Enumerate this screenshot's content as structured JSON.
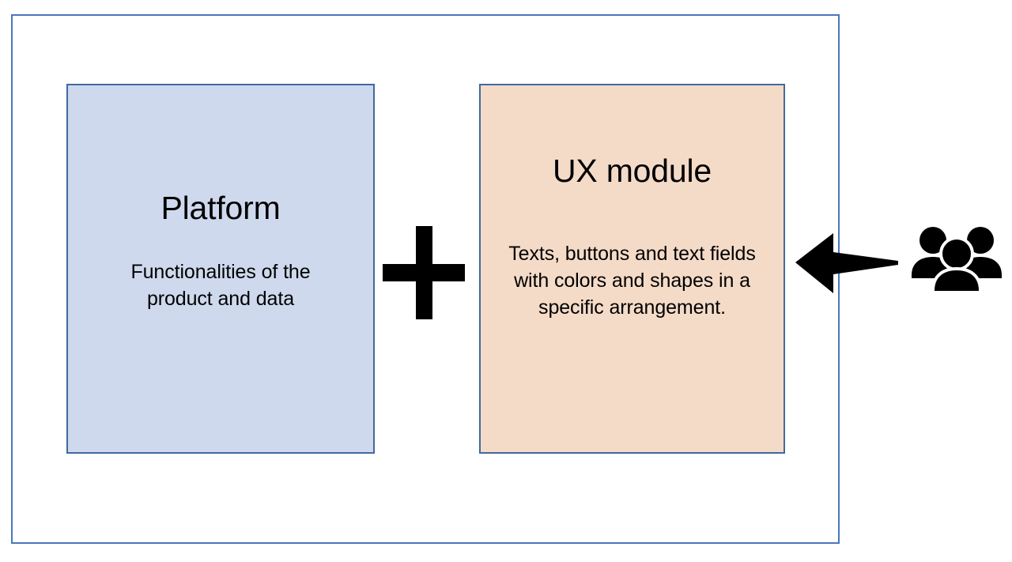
{
  "diagram": {
    "frame": {
      "name": "outer-frame",
      "border_color": "#4a76bd"
    },
    "boxes": [
      {
        "id": "platform",
        "title": "Platform",
        "body": "Functionalities of the product and data",
        "fill_color": "#cfd9ed",
        "border_color": "#41699f"
      },
      {
        "id": "ux-module",
        "title": "UX module",
        "body": "Texts, buttons and text fields with colors and shapes in a specific arrangement.",
        "fill_color": "#f4dbc8",
        "border_color": "#41699f"
      }
    ],
    "operator": {
      "symbol": "plus-sign",
      "color": "#000000"
    },
    "arrow": {
      "icon": "arrow-left-icon",
      "direction": "left",
      "color": "#000000"
    },
    "actor": {
      "icon": "people-group-icon",
      "color": "#000000"
    }
  }
}
